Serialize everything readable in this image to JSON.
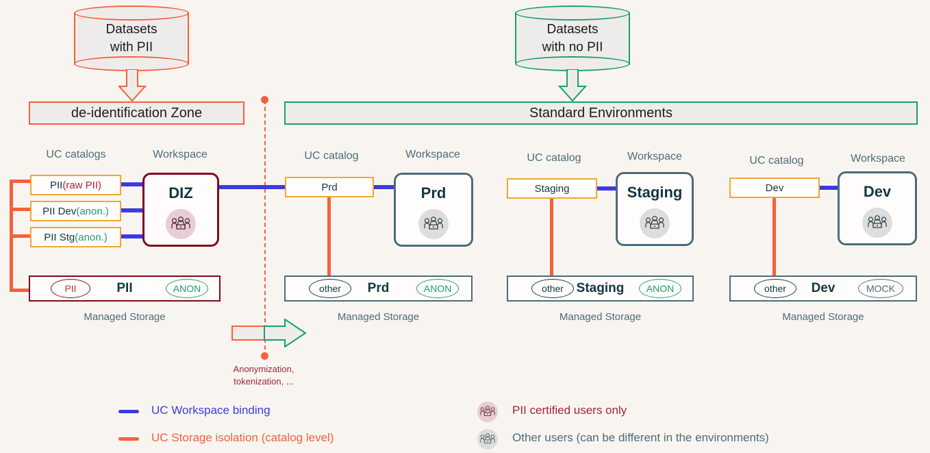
{
  "colors": {
    "background": "#f8f5f0",
    "orange": "#f4603e",
    "green": "#1aa06d",
    "blue": "#3b3be0",
    "slate": "#4c6b7a",
    "darkteal": "#123645",
    "maroon": "#7d0a1e",
    "catalog_border": "#f0a733",
    "pii_pink": "#e8cdd3",
    "other_gray": "#dcdedd",
    "legend_red": "#9e2437"
  },
  "sources": [
    {
      "id": "pii-source",
      "line1": "Datasets",
      "line2": "with PII",
      "accent": "#f4603e"
    },
    {
      "id": "no-pii-source",
      "line1": "Datasets",
      "line2": "with no PII",
      "accent": "#1aa06d"
    }
  ],
  "zones": [
    {
      "id": "diz-zone",
      "label": "de-identification Zone",
      "accent": "#f4603e"
    },
    {
      "id": "standard-zone",
      "label": "Standard Environments",
      "accent": "#1aa06d"
    }
  ],
  "columns": [
    {
      "id": "diz",
      "catalog_header": "UC catalogs",
      "workspace_header": "Workspace",
      "catalogs": [
        {
          "main": "PII ",
          "suffix": "(raw PII)",
          "suffix_style": "red"
        },
        {
          "main": "PII Dev ",
          "suffix": "(anon.)",
          "suffix_style": "green"
        },
        {
          "main": "PII Stg ",
          "suffix": "(anon.)",
          "suffix_style": "green"
        }
      ],
      "workspace": {
        "label": "DIZ",
        "users": "pii"
      },
      "storage": {
        "left_pill": "PII",
        "left_pill_style": "maroon",
        "title": "PII",
        "right_pill": "ANON",
        "right_pill_style": "green"
      },
      "storage_label": "Managed Storage"
    },
    {
      "id": "prd",
      "catalog_header": "UC catalog",
      "workspace_header": "Workspace",
      "catalogs": [
        {
          "main": "Prd",
          "suffix": "",
          "suffix_style": "none"
        }
      ],
      "workspace": {
        "label": "Prd",
        "users": "other"
      },
      "storage": {
        "left_pill": "other",
        "left_pill_style": "slate",
        "title": "Prd",
        "right_pill": "ANON",
        "right_pill_style": "green"
      },
      "storage_label": "Managed Storage"
    },
    {
      "id": "staging",
      "catalog_header": "UC catalog",
      "workspace_header": "Workspace",
      "catalogs": [
        {
          "main": "Staging",
          "suffix": "",
          "suffix_style": "none"
        }
      ],
      "workspace": {
        "label": "Staging",
        "users": "other"
      },
      "storage": {
        "left_pill": "other",
        "left_pill_style": "slate",
        "title": "Staging",
        "right_pill": "ANON",
        "right_pill_style": "green"
      },
      "storage_label": "Managed Storage"
    },
    {
      "id": "dev",
      "catalog_header": "UC catalog",
      "workspace_header": "Workspace",
      "catalogs": [
        {
          "main": "Dev",
          "suffix": "",
          "suffix_style": "none"
        }
      ],
      "workspace": {
        "label": "Dev",
        "users": "other"
      },
      "storage": {
        "left_pill": "other",
        "left_pill_style": "slate",
        "title": "Dev",
        "right_pill": "MOCK",
        "right_pill_style": "slate"
      },
      "storage_label": "Managed Storage"
    }
  ],
  "transform": {
    "line1": "Anonymization,",
    "line2": "tokenization, ..."
  },
  "legend": [
    {
      "kind": "line",
      "color": "#3b3be0",
      "label": "UC Workspace binding",
      "text_color": "#3b3be0"
    },
    {
      "kind": "line",
      "color": "#f4603e",
      "label": "UC Storage isolation (catalog level)",
      "text_color": "#f4603e"
    },
    {
      "kind": "icon",
      "color": "#e8cdd3",
      "label": "PII certified users only",
      "text_color": "#9e2437"
    },
    {
      "kind": "icon",
      "color": "#dcdedd",
      "label": "Other users (can be different in the environments)",
      "text_color": "#4c6b7a"
    }
  ]
}
